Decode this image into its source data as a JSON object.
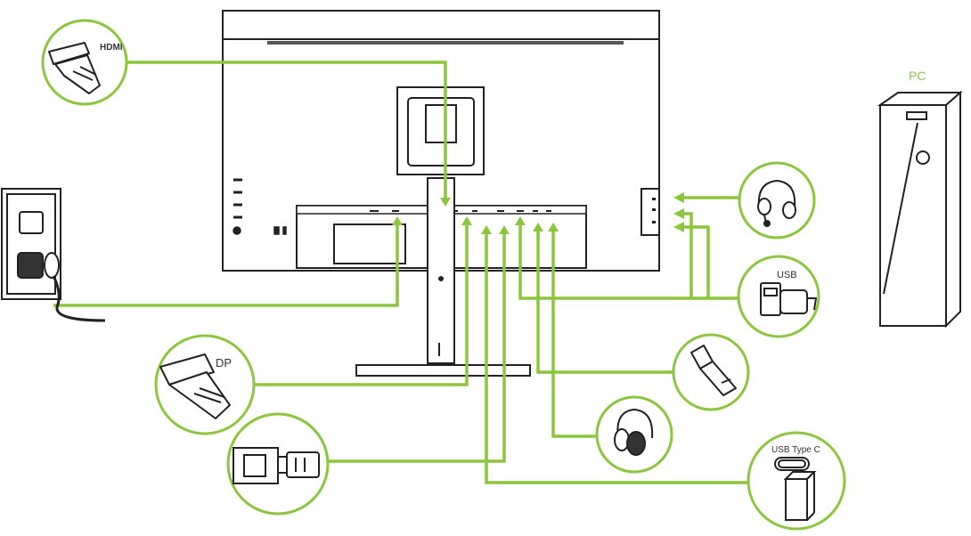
{
  "colors": {
    "accent": "#8cc63f",
    "line": "#222222",
    "background": "#ffffff"
  },
  "labels": {
    "pc": "PC",
    "hdmi": "HDMI",
    "dp": "DP",
    "usb": "USB",
    "usb_type_c": "USB Type C"
  },
  "icons": {
    "hdmi_connector": "hdmi-plug-icon",
    "dp_connector": "displayport-plug-icon",
    "usb_b_connector": "usb-b-plug-icon",
    "power_outlet": "wall-outlet-icon",
    "earphones": "earphones-icon",
    "usb_a_connector": "usb-a-plug-icon",
    "ethernet_connector": "rj45-plug-icon",
    "headphones": "headphones-icon",
    "usb_c_connector": "usb-c-plug-icon",
    "pc_tower": "pc-tower-icon"
  }
}
